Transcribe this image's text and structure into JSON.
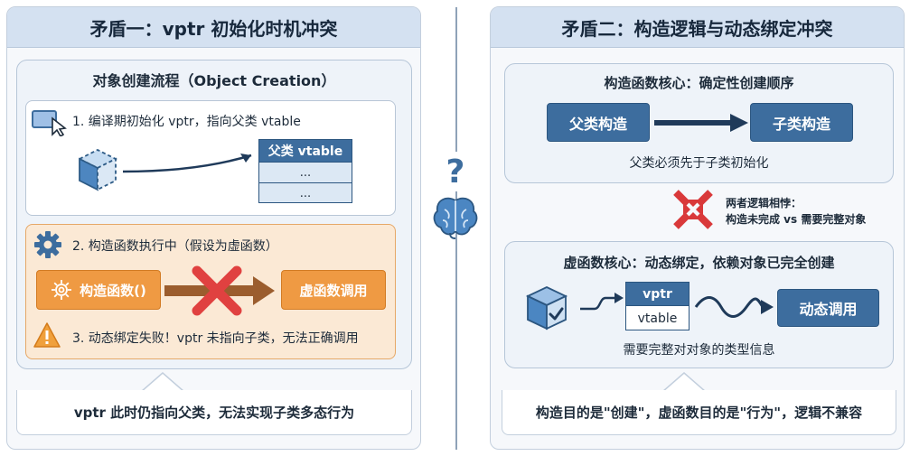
{
  "left": {
    "title": "矛盾一：vptr 初始化时机冲突",
    "section_title": "对象创建流程（Object Creation）",
    "step1": {
      "label": "1. 编译期初始化 vptr，指向父类 vtable",
      "vtable_header": "父类 vtable",
      "vtable_rows": [
        "...",
        "..."
      ]
    },
    "step2": {
      "label": "2. 构造函数执行中（假设为虚函数）",
      "ctor_button": "构造函数()",
      "virtual_call_button": "虚函数调用"
    },
    "step3": {
      "label": "3. 动态绑定失败！vptr 未指向子类，无法正确调用"
    },
    "conclusion": "vptr 此时仍指向父类，无法实现子类多态行为"
  },
  "middle": {
    "question_mark": "?"
  },
  "right": {
    "title": "矛盾二：构造逻辑与动态绑定冲突",
    "box1": {
      "title": "构造函数核心：确定性创建顺序",
      "parent_ctor": "父类构造",
      "child_ctor": "子类构造",
      "caption": "父类必须先于子类初始化"
    },
    "conflict": {
      "line1": "两者逻辑相悖：",
      "line2": "构造未完成 vs 需要完整对象"
    },
    "box2": {
      "title": "虚函数核心：动态绑定，依赖对象已完全创建",
      "vptr_label": "vptr",
      "vtable_label": "vtable",
      "dynamic_call": "动态调用",
      "caption": "需要完整对对象的类型信息"
    },
    "conclusion": "构造目的是\"创建\"，虚函数目的是\"行为\"，逻辑不兼容"
  },
  "colors": {
    "header_bg": "#d4e1f1",
    "primary_blue": "#3d6d9e",
    "orange": "#ef9a43",
    "warning_red": "#d9393a"
  }
}
